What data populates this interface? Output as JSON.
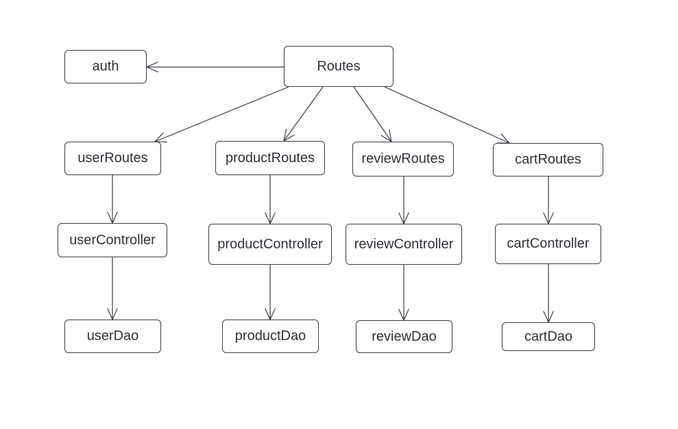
{
  "diagram": {
    "nodes": {
      "routes": "Routes",
      "auth": "auth",
      "userRoutes": "userRoutes",
      "productRoutes": "productRoutes",
      "reviewRoutes": "reviewRoutes",
      "cartRoutes": "cartRoutes",
      "userController": "userController",
      "productController": "productController",
      "reviewController": "reviewController",
      "cartController": "cartController",
      "userDao": "userDao",
      "productDao": "productDao",
      "reviewDao": "reviewDao",
      "cartDao": "cartDao"
    },
    "edges": [
      {
        "from": "routes",
        "to": "auth"
      },
      {
        "from": "routes",
        "to": "userRoutes"
      },
      {
        "from": "routes",
        "to": "productRoutes"
      },
      {
        "from": "routes",
        "to": "reviewRoutes"
      },
      {
        "from": "routes",
        "to": "cartRoutes"
      },
      {
        "from": "userRoutes",
        "to": "userController"
      },
      {
        "from": "productRoutes",
        "to": "productController"
      },
      {
        "from": "reviewRoutes",
        "to": "reviewController"
      },
      {
        "from": "cartRoutes",
        "to": "cartController"
      },
      {
        "from": "userController",
        "to": "userDao"
      },
      {
        "from": "productController",
        "to": "productDao"
      },
      {
        "from": "reviewController",
        "to": "reviewDao"
      },
      {
        "from": "cartController",
        "to": "cartDao"
      }
    ],
    "colors": {
      "stroke": "#3a3d45",
      "text": "#2f3238",
      "background": "#ffffff"
    }
  }
}
